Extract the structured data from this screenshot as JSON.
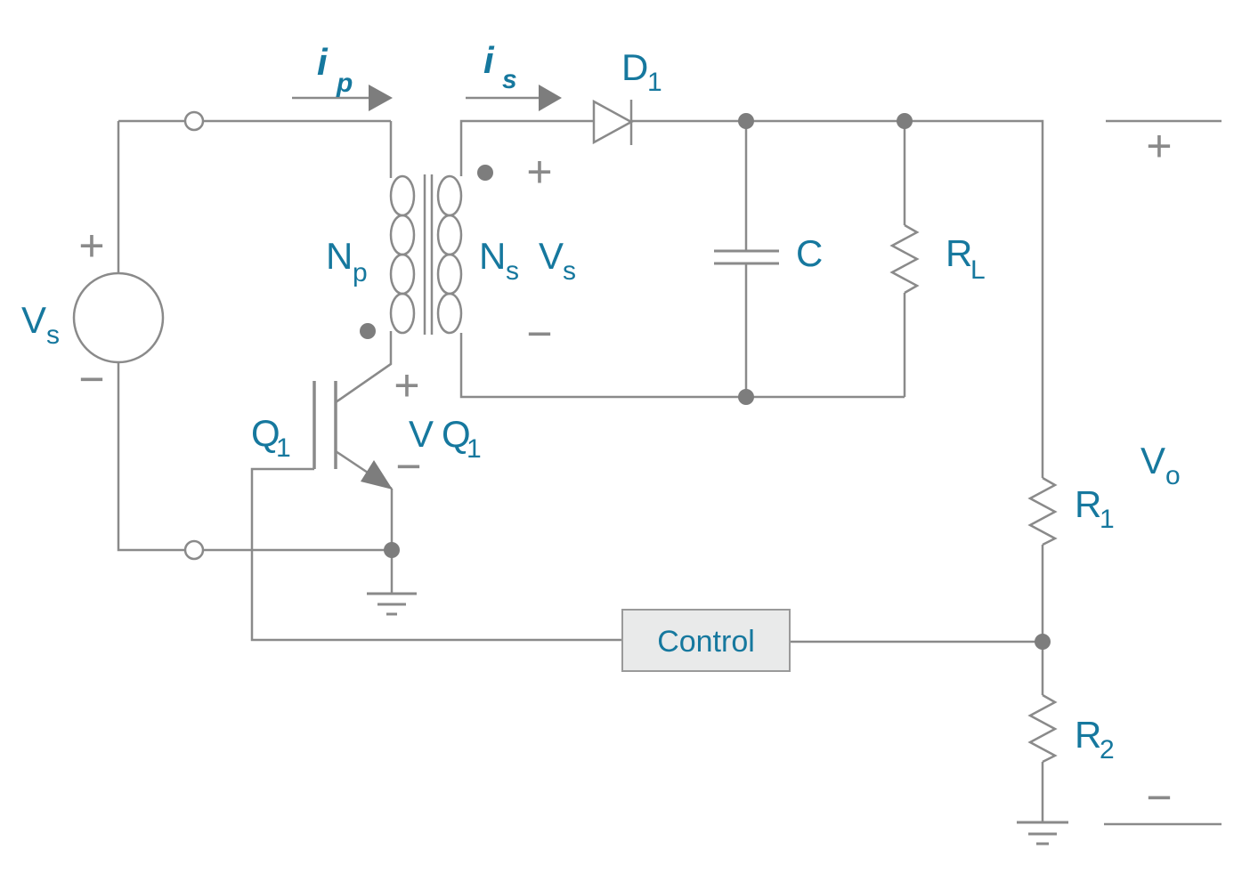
{
  "diagram": {
    "type": "flyback-converter-schematic",
    "colors": {
      "wire": "#8a8a8a",
      "dot": "#7d7d7d",
      "label": "#16789e",
      "control_fill": "#e9eaea",
      "control_border": "#9a9a9a"
    },
    "source": {
      "label": "V",
      "label_sub": "s",
      "plus": "+",
      "minus": "−"
    },
    "primary_current": {
      "label": "i",
      "label_sub": "p"
    },
    "secondary_current": {
      "label": "i",
      "label_sub": "s"
    },
    "transformer": {
      "primary": {
        "label": "N",
        "label_sub": "p"
      },
      "secondary": {
        "label": "N",
        "label_sub": "s"
      },
      "secondary_voltage": {
        "label": "V",
        "label_sub": "s",
        "plus": "+",
        "minus": "−"
      }
    },
    "diode": {
      "label": "D",
      "label_sub": "1"
    },
    "capacitor": {
      "label": "C"
    },
    "load": {
      "label": "R",
      "label_sub": "L"
    },
    "transistor": {
      "label": "Q",
      "label_sub": "1",
      "voltage": {
        "v": "V",
        "q": "Q",
        "q_sub": "1",
        "plus": "+",
        "minus": "−"
      }
    },
    "control": {
      "label": "Control"
    },
    "divider": {
      "r1": {
        "label": "R",
        "label_sub": "1"
      },
      "r2": {
        "label": "R",
        "label_sub": "2"
      }
    },
    "output": {
      "label": "V",
      "label_sub": "o",
      "plus": "+",
      "minus": "−"
    }
  }
}
